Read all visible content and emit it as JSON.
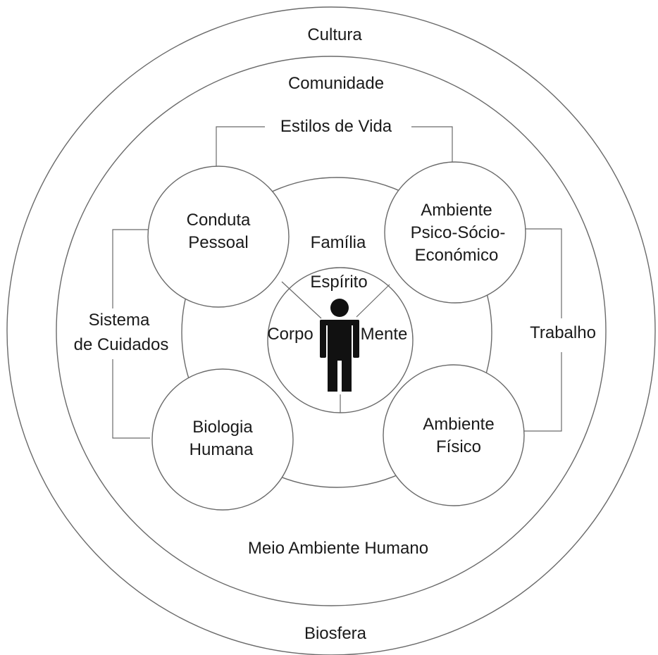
{
  "rings": {
    "outer": "Cultura",
    "outer_bottom": "Biosfera",
    "community": "Comunidade",
    "human_environment": "Meio Ambiente Humano",
    "family": "Família"
  },
  "connectors": {
    "lifestyles": "Estilos de Vida",
    "care_system": [
      "Sistema",
      "de Cuidados"
    ],
    "work": "Trabalho"
  },
  "circles": {
    "personal_conduct": [
      "Conduta",
      "Pessoal"
    ],
    "psycho_socio_economic": [
      "Ambiente",
      "Psico-Sócio-",
      "Económico"
    ],
    "human_biology": [
      "Biologia",
      "Humana"
    ],
    "physical_environment": [
      "Ambiente",
      "Físico"
    ]
  },
  "person": {
    "spirit": "Espírito",
    "body": "Corpo",
    "mind": "Mente"
  }
}
